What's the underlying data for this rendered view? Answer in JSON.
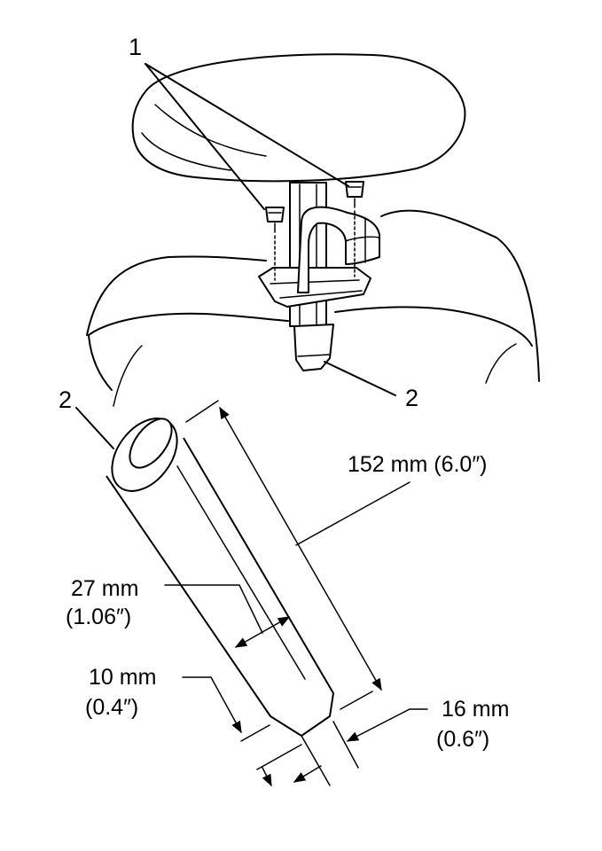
{
  "callouts": {
    "c1": "1",
    "c2_left": "2",
    "c2_right": "2"
  },
  "dimensions": {
    "length_mm": "152 mm (6.0″)",
    "width_mm": "27 mm",
    "width_in": "(1.06″)",
    "tip_mm": "10 mm",
    "tip_in": "(0.4″)",
    "blade_mm": "16 mm",
    "blade_in": "(0.6″)"
  }
}
